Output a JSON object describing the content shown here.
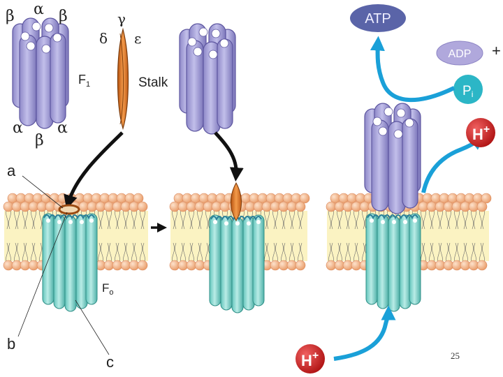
{
  "labels": {
    "f1": "F",
    "f1_sub": "1",
    "f0": "F",
    "f0_sub": "o",
    "stalk": "Stalk",
    "a": "a",
    "b": "b",
    "c": "c",
    "beta_tl": "β",
    "alpha_top": "α",
    "beta_tr": "β",
    "alpha_bl": "α",
    "beta_bottom": "β",
    "alpha_br": "α",
    "gamma": "γ",
    "delta": "δ",
    "epsilon": "ε",
    "atp": "ATP",
    "adp": "ADP",
    "plus": "+",
    "pi": "P",
    "pi_sub": "i",
    "h_top": "H",
    "h_top_sup": "+",
    "h_bottom": "H",
    "h_bottom_sup": "+",
    "page_number": "25"
  },
  "colors": {
    "f1_subunit": "#a9a4d8",
    "f1_dark": "#6b64b0",
    "stalk": "#e07a22",
    "f0_subunit": "#8fd8d0",
    "f0_dark": "#3aa39a",
    "lipid_head": "#f2b48a",
    "lipid_core": "#fbf3c2",
    "arrow_blue": "#1aa0d8",
    "atp_oval": "#5a64a8",
    "adp_oval": "#b0a8dc",
    "pi_circle": "#2cb6c6",
    "proton": "#d42020"
  }
}
